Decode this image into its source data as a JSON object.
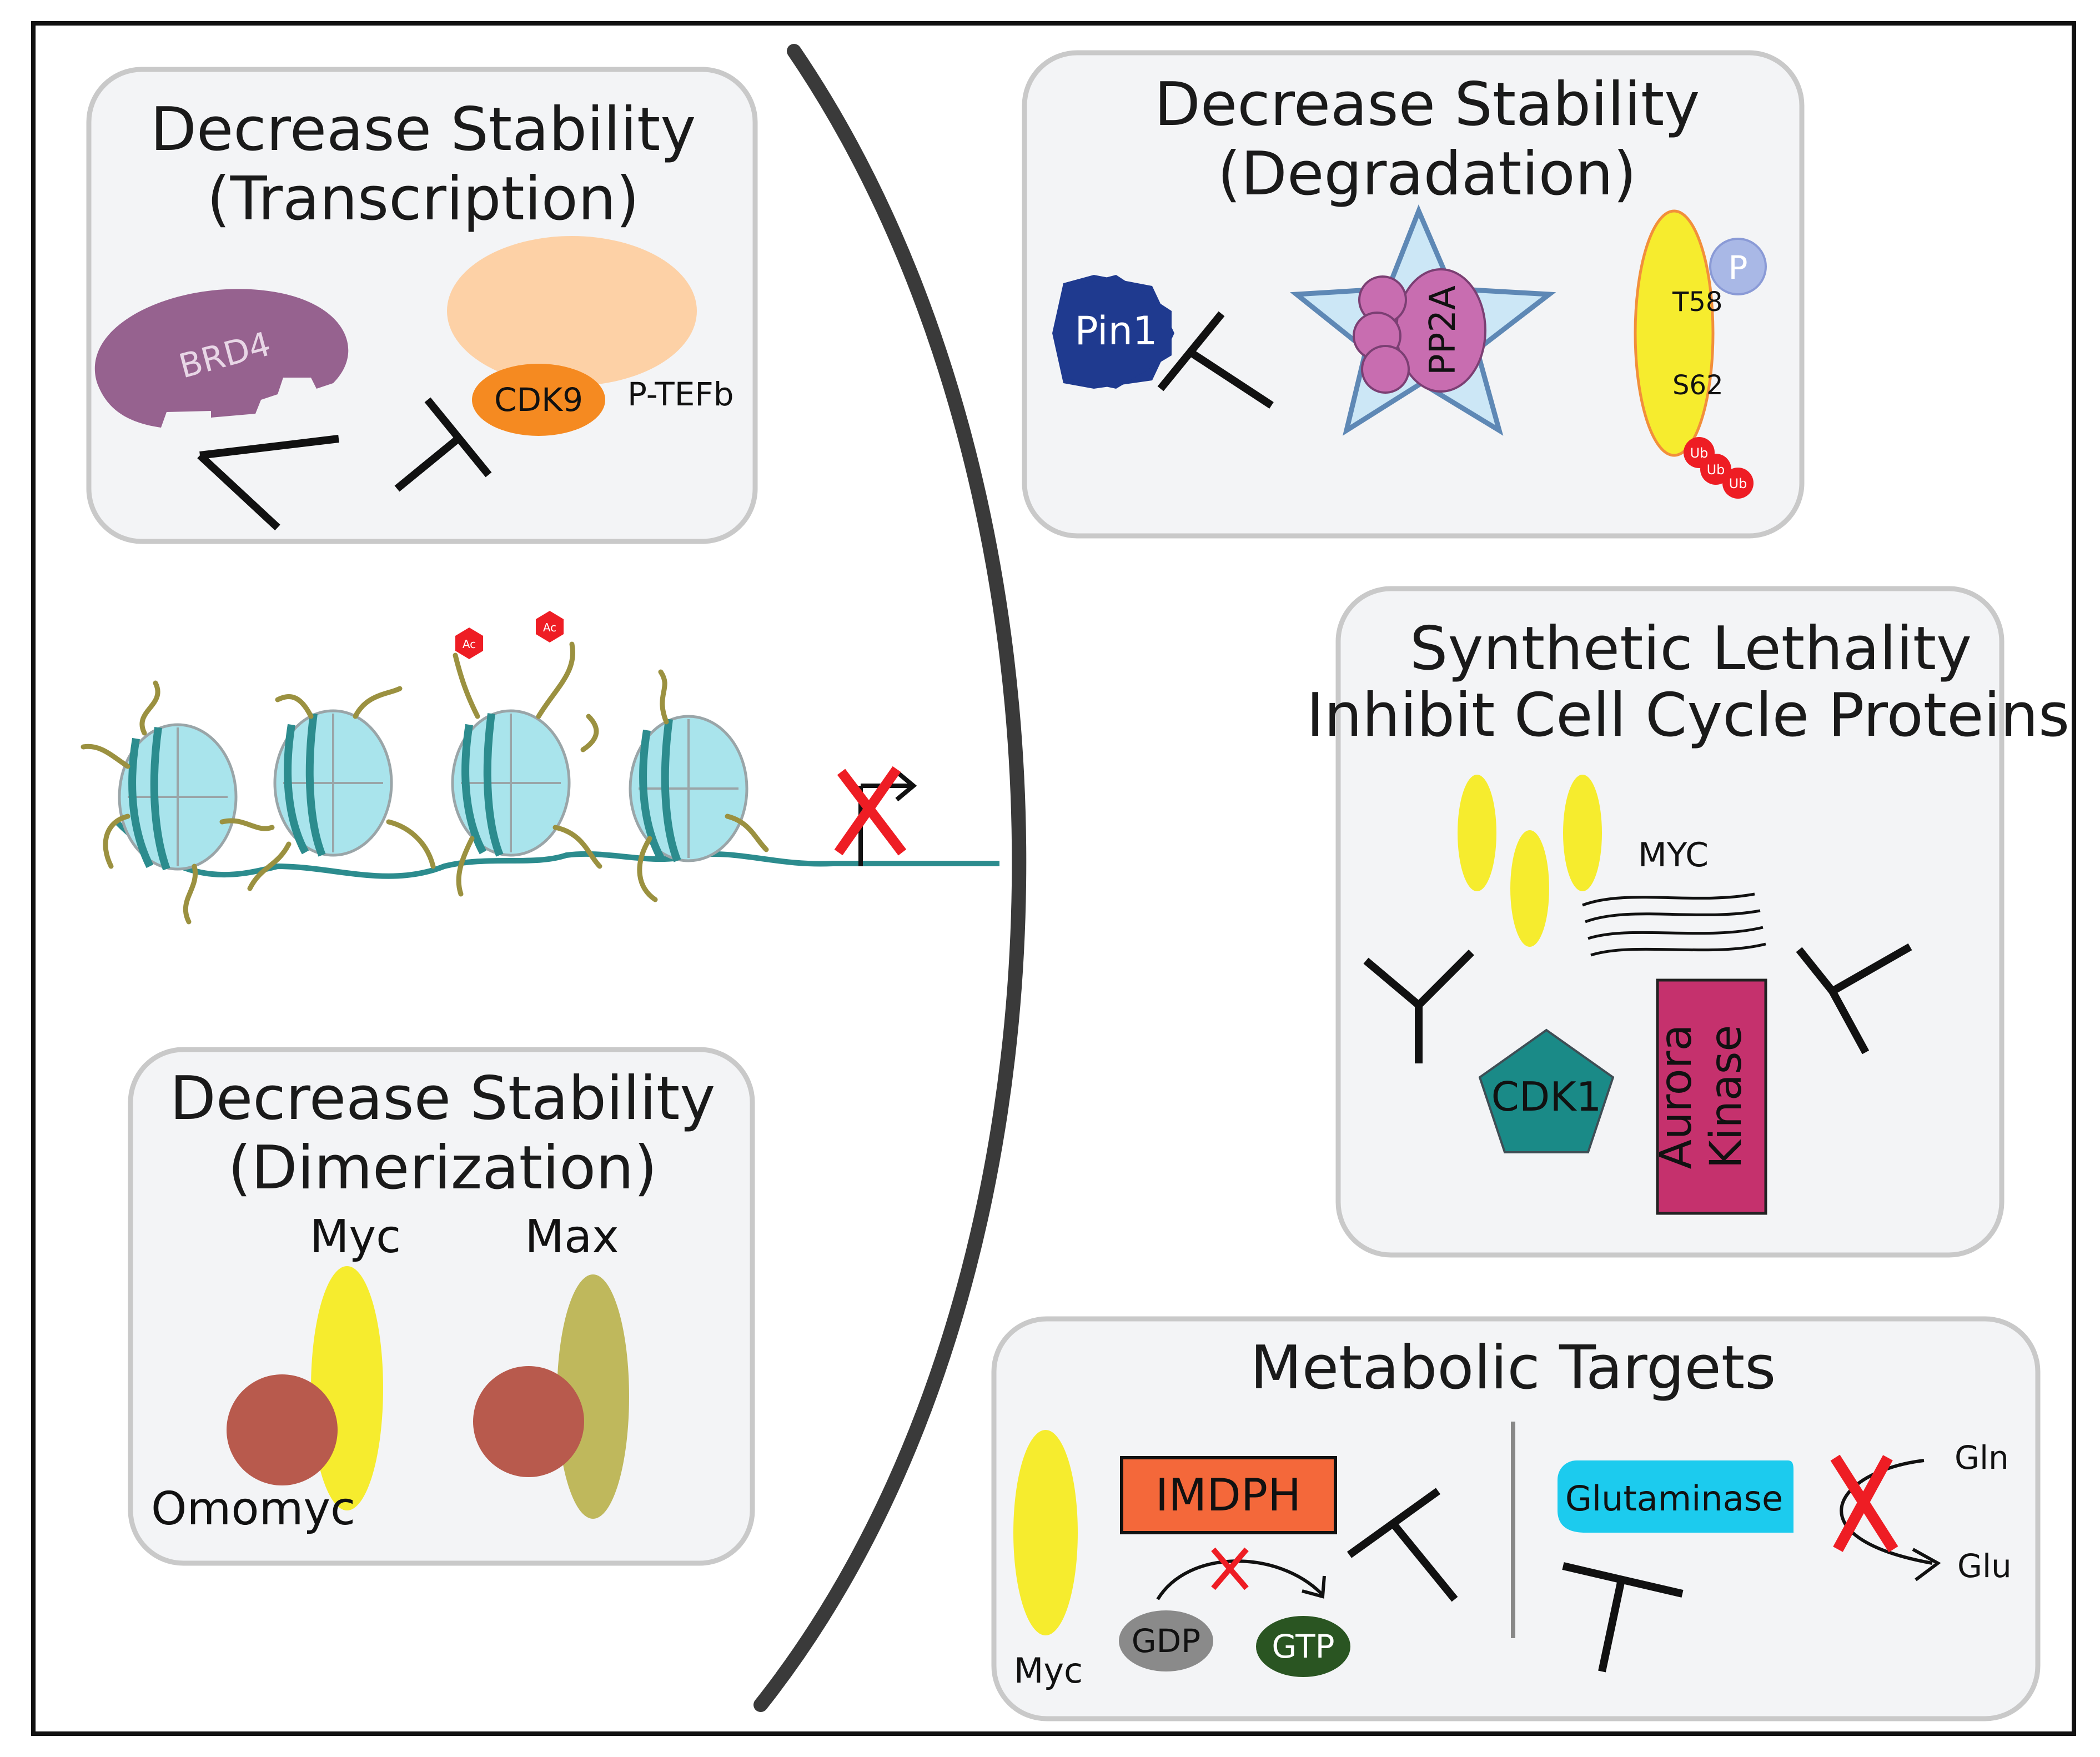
{
  "panels": {
    "transcription": {
      "title_line1": "Decrease Stability",
      "title_line2": "(Transcription)",
      "brd4": "BRD4",
      "cdk9": "CDK9",
      "ptefb": "P-TEFb"
    },
    "degradation": {
      "title_line1": "Decrease Stability",
      "title_line2": "(Degradation)",
      "pin1": "Pin1",
      "pp2a": "PP2A",
      "p": "P",
      "t58": "T58",
      "s62": "S62",
      "ub": "Ub"
    },
    "synthetic": {
      "title_line1": "Synthetic Lethality",
      "title_line2": "Inhibit Cell Cycle Proteins",
      "myc": "MYC",
      "cdk1": "CDK1",
      "aurora_line1": "Aurora",
      "aurora_line2": "Kinase"
    },
    "dimerization": {
      "title_line1": "Decrease Stability",
      "title_line2": "(Dimerization)",
      "myc": "Myc",
      "max": "Max",
      "omomyc": "Omomyc"
    },
    "metabolic": {
      "title": "Metabolic Targets",
      "myc": "Myc",
      "imdph": "IMDPH",
      "gdp": "GDP",
      "gtp": "GTP",
      "glutaminase": "Glutaminase",
      "gln": "Gln",
      "glu": "Glu"
    },
    "chromatin": {
      "ac": "Ac"
    }
  },
  "colors": {
    "panel_fill": "#f3f4f6",
    "panel_border": "#c9c9c9",
    "brd4": "#96628f",
    "ptefb_top": "#fdd1a6",
    "cdk9": "#f58a21",
    "pin1": "#1f3a8f",
    "star": "#cce7f6",
    "pp2a": "#c86db0",
    "myc_yellow": "#f6ec2e",
    "max_olive": "#bfb85c",
    "omomyc": "#b85a4d",
    "cdk1": "#1a8a87",
    "aurora": "#c5316d",
    "imdph": "#f4683a",
    "gdp": "#8a8a8a",
    "gtp": "#2a5522",
    "glutaminase": "#1ccbee",
    "red_x": "#ee1d24",
    "nucleosome": "#a9e4ec",
    "dna": "#2c8c8e",
    "tail": "#9b9140"
  }
}
